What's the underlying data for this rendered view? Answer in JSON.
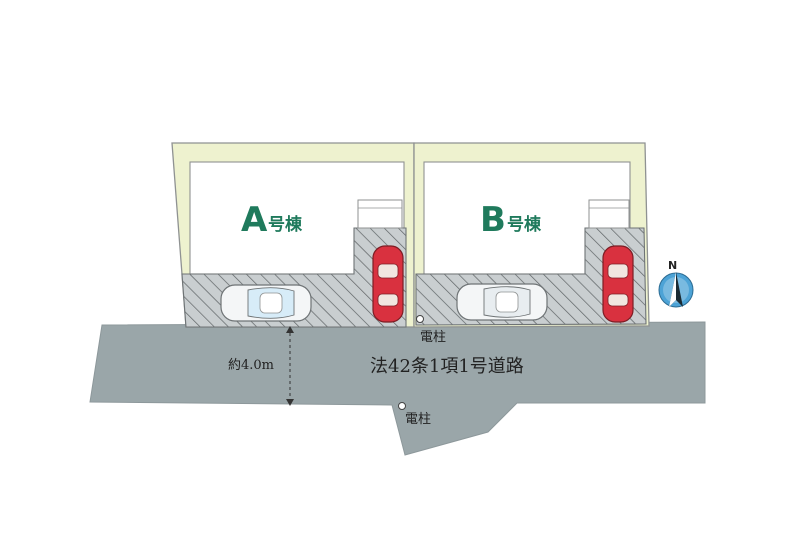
{
  "lots": [
    {
      "letter": "A",
      "suffix": "号棟"
    },
    {
      "letter": "B",
      "suffix": "号棟"
    }
  ],
  "road": {
    "name": "法42条1項1号道路",
    "width_label": "約4.0m"
  },
  "poles": [
    {
      "label": "電柱"
    },
    {
      "label": "電柱"
    }
  ],
  "compass": {
    "label": "N"
  },
  "colors": {
    "lot_fill": "#eef2cf",
    "lot_stroke": "#8f9292",
    "road_fill": "#9aa6a9",
    "parking_fill": "#c9ced0",
    "lot_label": "#1f7a5c",
    "car_white": "#f4f6f7",
    "car_red": "#d9313f",
    "compass_blue": "#4da3d6"
  }
}
